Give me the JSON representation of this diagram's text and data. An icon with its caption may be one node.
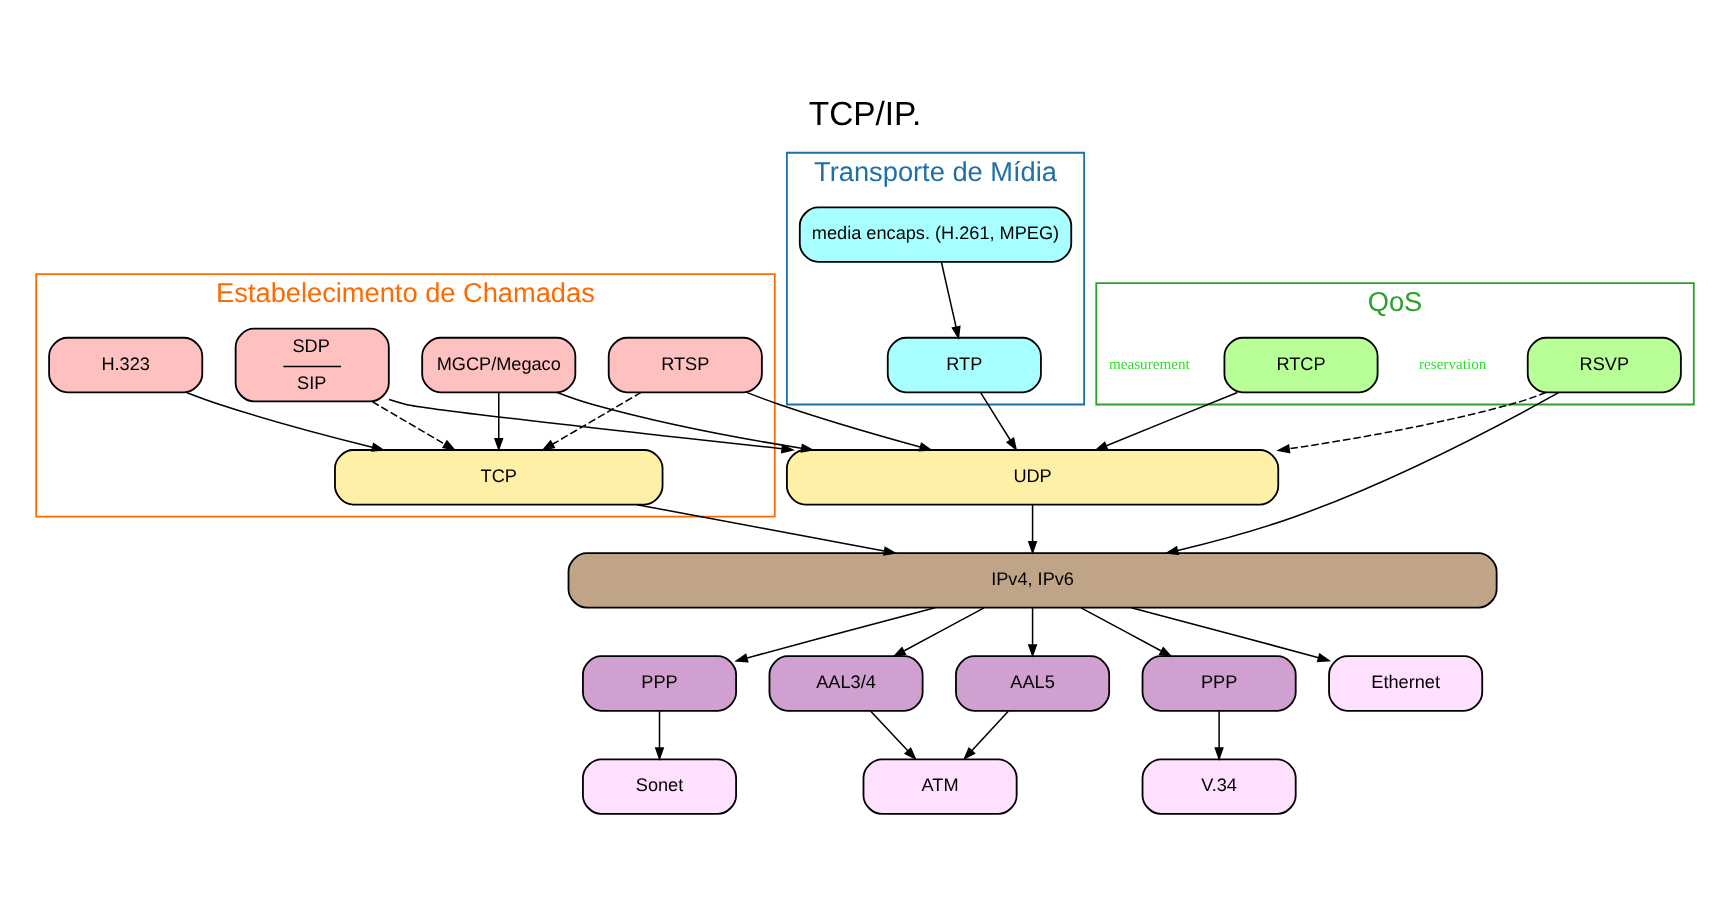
{
  "diagram": {
    "title": "TCP/IP.",
    "nodes": [
      {
        "text": [
          "Estabelecimento de Chamadas"
        ]
      },
      {
        "text": [
          "MGCP/Megaco"
        ],
        "in": 0
      },
      {
        "text": [
          "SDP",
          "SIP"
        ],
        "in": 0
      },
      {
        "text": [
          "H.323"
        ],
        "in": 0
      },
      {
        "text": [
          "RTSP"
        ],
        "in": 0
      },
      {
        "text": [
          "TCP"
        ],
        "in": 0
      },
      {
        "text": [
          "QoS"
        ]
      },
      {
        "text": [
          "RSVP"
        ],
        "in": 6,
        "beside": [
          "reservation"
        ]
      },
      {
        "text": [
          "RTCP"
        ],
        "in": 6,
        "beside": [
          "measurement"
        ]
      },
      {
        "text": [
          "Transporte de Mídia"
        ]
      },
      {
        "text": [
          "media encaps. (H.261, MPEG)"
        ],
        "in": 9
      },
      {
        "text": [
          "RTP"
        ],
        "in": 9
      },
      {
        "text": [
          "UDP"
        ]
      },
      {
        "text": [
          "IPv4, IPv6"
        ]
      },
      {
        "text": [
          "PPP"
        ]
      },
      {
        "text": [
          "AAL3/4"
        ]
      },
      {
        "text": [
          "AAL5"
        ]
      },
      {
        "text": [
          "PPP"
        ]
      },
      {
        "text": [
          "Sonet"
        ]
      },
      {
        "text": [
          "ATM"
        ]
      },
      {
        "text": [
          "Ethernet"
        ]
      },
      {
        "text": [
          "V.34"
        ]
      }
    ],
    "edges": [
      {
        "from": 3,
        "to": 5,
        "arrow": "to"
      },
      {
        "from": 1,
        "to": 5,
        "arrow": "to"
      },
      {
        "from": 1,
        "to": 12,
        "arrow": "to"
      },
      {
        "from": 2,
        "to": 5,
        "arrow": "to",
        "style": "dashed"
      },
      {
        "from": 2,
        "to": 12,
        "arrow": "to"
      },
      {
        "from": 4,
        "to": 5,
        "arrow": "to",
        "style": "dashed"
      },
      {
        "from": 4,
        "to": 12,
        "arrow": "to"
      },
      {
        "from": 7,
        "to": 13,
        "arrow": "to"
      },
      {
        "from": 7,
        "to": 12,
        "arrow": "to",
        "style": "dashed"
      },
      {
        "from": 8,
        "to": 12,
        "arrow": "to"
      },
      {
        "from": 10,
        "to": 11,
        "arrow": "to"
      },
      {
        "from": 11,
        "to": 12,
        "arrow": "to"
      },
      {
        "from": 5,
        "to": 13,
        "arrow": "to"
      },
      {
        "from": 12,
        "to": 13,
        "arrow": "to"
      },
      {
        "from": 13,
        "to": 14,
        "arrow": "to"
      },
      {
        "from": 13,
        "to": 15,
        "arrow": "to"
      },
      {
        "from": 13,
        "to": 16,
        "arrow": "to"
      },
      {
        "from": 13,
        "to": 20,
        "arrow": "to"
      },
      {
        "from": 13,
        "to": 17,
        "arrow": "to"
      },
      {
        "from": 14,
        "to": 18,
        "arrow": "to"
      },
      {
        "from": 15,
        "to": 19,
        "arrow": "to"
      },
      {
        "from": 16,
        "to": 19,
        "arrow": "to"
      },
      {
        "from": 17,
        "to": 21,
        "arrow": "to"
      }
    ]
  }
}
